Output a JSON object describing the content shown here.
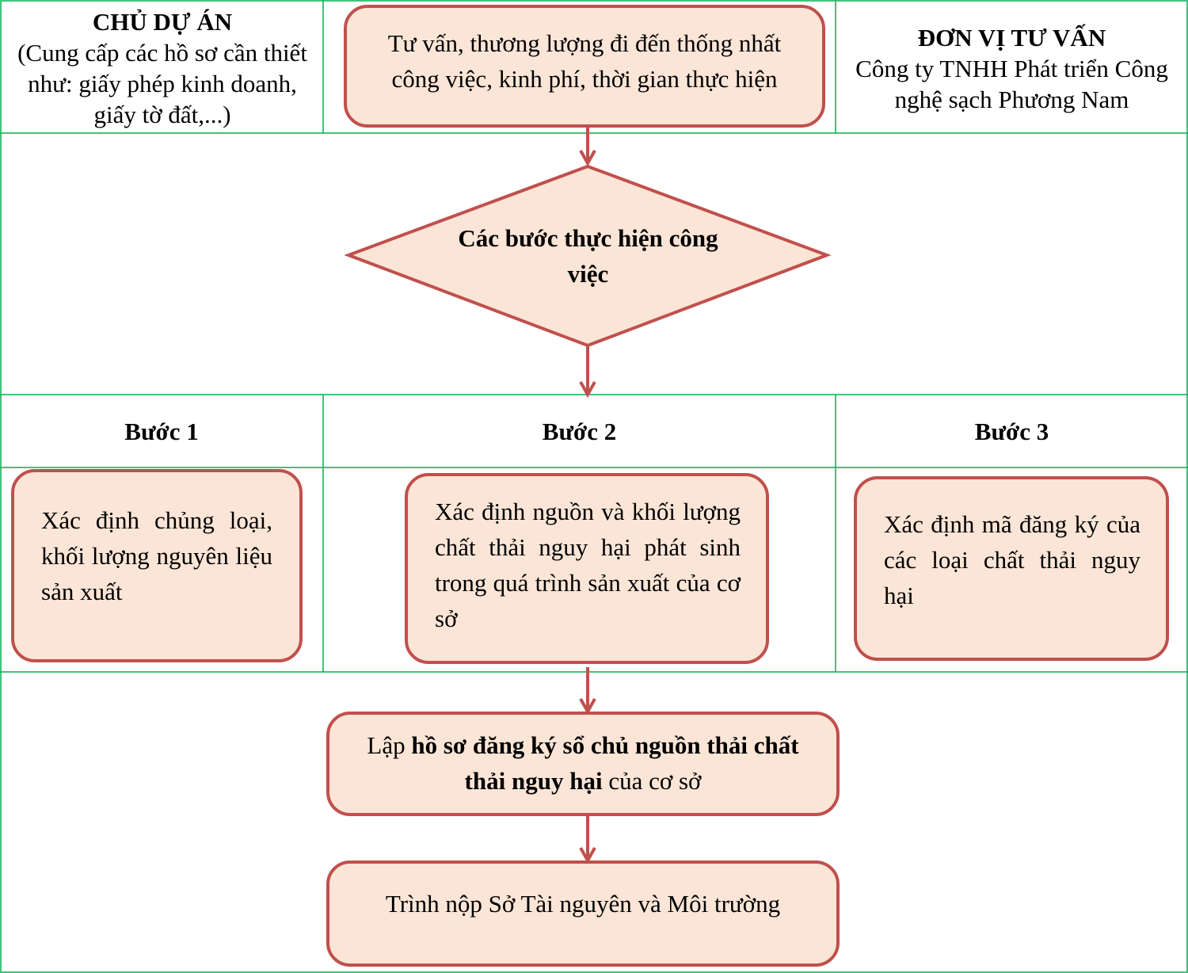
{
  "header": {
    "owner_title": "CHỦ DỰ ÁN",
    "owner_desc": "(Cung cấp các hồ sơ cần thiết như: giấy phép kinh doanh, giấy tờ đất,...)",
    "consult_box": "Tư vấn, thương lượng đi đến thống nhất công việc, kinh phí, thời gian thực hiện",
    "consultant_title": "ĐƠN VỊ TƯ VẤN",
    "consultant_name": "Công ty TNHH Phát triển Công nghệ sạch Phương Nam"
  },
  "decision": {
    "label": "Các bước thực hiện công việc"
  },
  "steps": [
    {
      "title": "Bước 1",
      "text": "Xác định chủng loại, khối lượng nguyên liệu sản xuất"
    },
    {
      "title": "Bước 2",
      "text": "Xác định nguồn và khối lượng chất thải nguy hại phát sinh trong quá trình sản xuất của cơ sở"
    },
    {
      "title": "Bước 3",
      "text": "Xác định mã đăng ký của các loại chất thải nguy hại"
    }
  ],
  "file_box": {
    "prefix": "Lập ",
    "bold_part": "hồ sơ đăng ký sổ chủ nguồn thải chất thải nguy hại",
    "suffix": " của cơ sở"
  },
  "submit_box": {
    "text": "Trình nộp Sở Tài nguyên và Môi trường"
  },
  "colors": {
    "grid": "#00b050",
    "box_fill": "#fbe5d6",
    "box_border": "#c0504d"
  }
}
